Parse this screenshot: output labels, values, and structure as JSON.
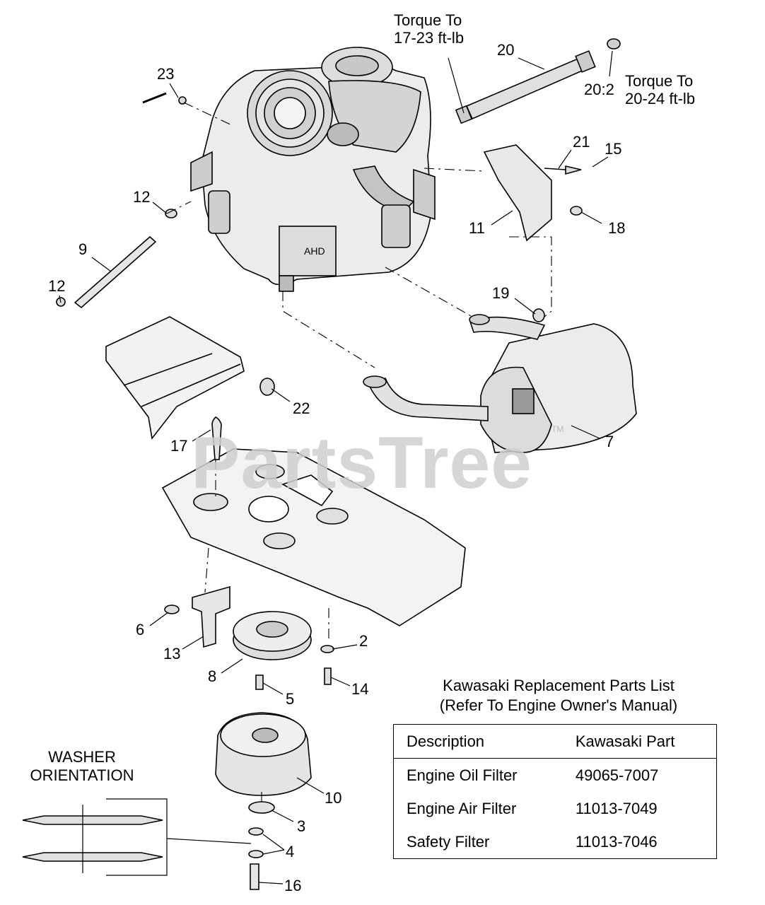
{
  "watermark": "PartsTree",
  "torque_notes": [
    {
      "id": "t1",
      "text": "Torque To\n17-23 ft-lb"
    },
    {
      "id": "t2",
      "text": "Torque To\n20-24 ft-lb"
    }
  ],
  "callouts": [
    {
      "id": "c20",
      "label": "20"
    },
    {
      "id": "c20b",
      "label": "20:2"
    },
    {
      "id": "c23",
      "label": "23"
    },
    {
      "id": "c21",
      "label": "21"
    },
    {
      "id": "c15",
      "label": "15"
    },
    {
      "id": "c12a",
      "label": "12"
    },
    {
      "id": "c9",
      "label": "9"
    },
    {
      "id": "c11",
      "label": "11"
    },
    {
      "id": "c18",
      "label": "18"
    },
    {
      "id": "c12b",
      "label": "12"
    },
    {
      "id": "c19",
      "label": "19"
    },
    {
      "id": "c22",
      "label": "22"
    },
    {
      "id": "c17",
      "label": "17"
    },
    {
      "id": "c7",
      "label": "7"
    },
    {
      "id": "c6",
      "label": "6"
    },
    {
      "id": "c2",
      "label": "2"
    },
    {
      "id": "c13",
      "label": "13"
    },
    {
      "id": "c8",
      "label": "8"
    },
    {
      "id": "c14",
      "label": "14"
    },
    {
      "id": "c5",
      "label": "5"
    },
    {
      "id": "c10",
      "label": "10"
    },
    {
      "id": "c3",
      "label": "3"
    },
    {
      "id": "c4",
      "label": "4"
    },
    {
      "id": "c16",
      "label": "16"
    }
  ],
  "parts_list": {
    "title_line1": "Kawasaki Replacement Parts List",
    "title_line2": "(Refer To Engine Owner's Manual)",
    "headers": {
      "description": "Description",
      "part": "Kawasaki Part"
    },
    "rows": [
      {
        "description": "Engine Oil Filter",
        "part": "49065-7007"
      },
      {
        "description": "Engine Air Filter",
        "part": "11013-7049"
      },
      {
        "description": "Safety Filter",
        "part": "11013-7046"
      }
    ]
  },
  "washer_orientation": {
    "line1": "WASHER",
    "line2": "ORIENTATION"
  }
}
